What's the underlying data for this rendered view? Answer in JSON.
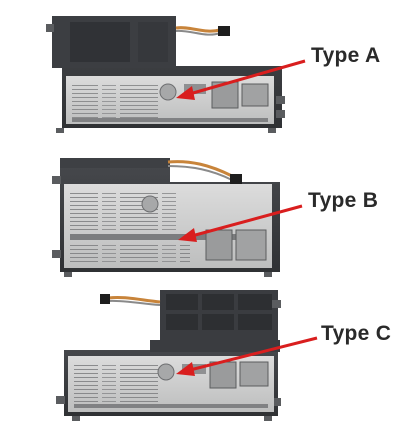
{
  "labels": {
    "type_a": "Type A",
    "type_b": "Type B",
    "type_c": "Type C"
  },
  "colors": {
    "arrow": "#d91e1e",
    "battery_body": "#3b3d40",
    "label_sticker": "#cfd0d0",
    "background": "#ffffff"
  }
}
